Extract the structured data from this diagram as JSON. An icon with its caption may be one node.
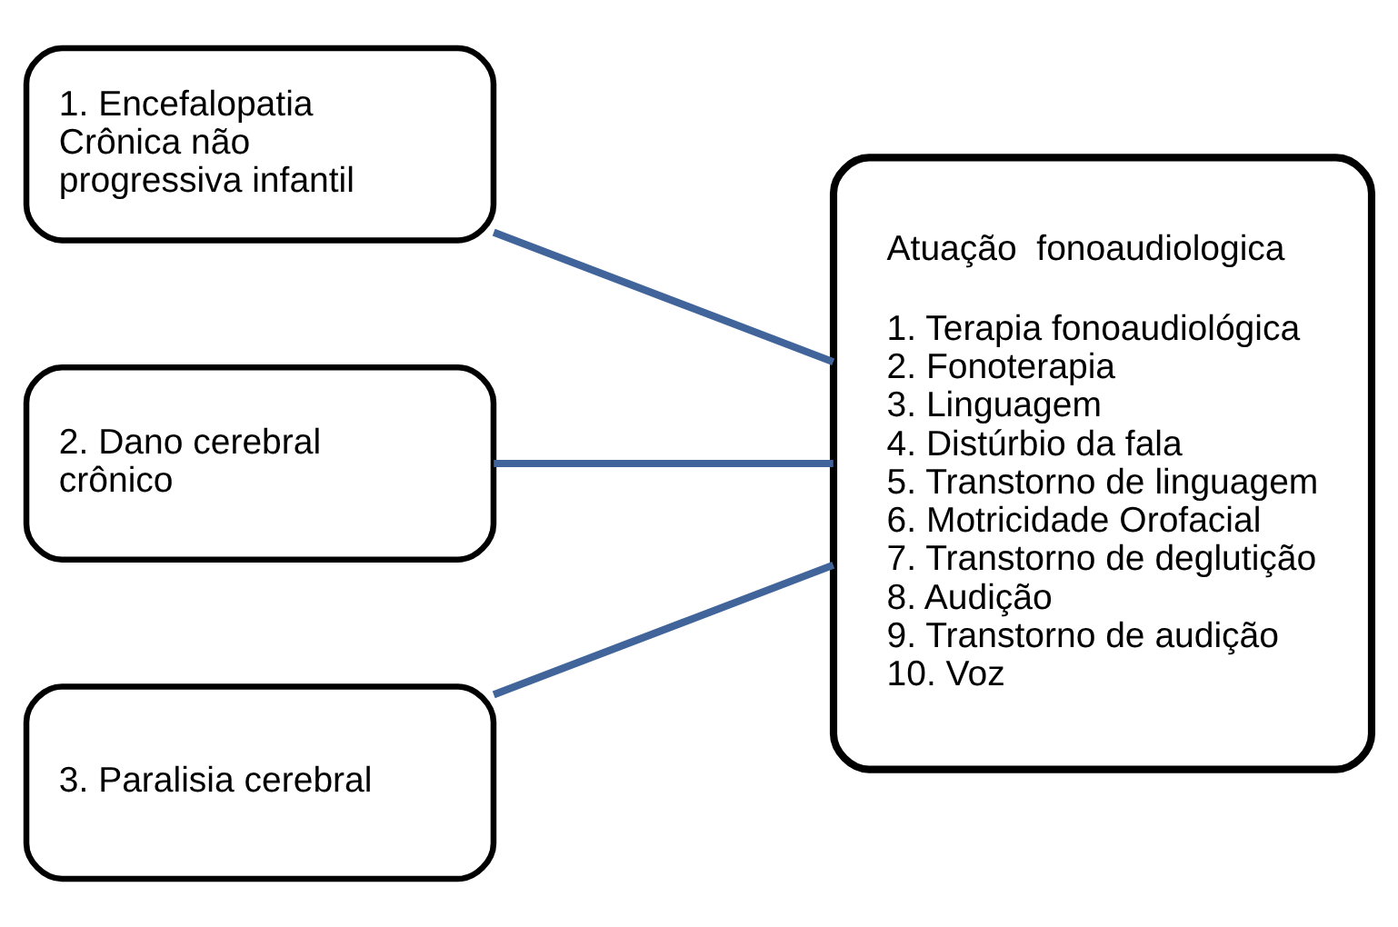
{
  "diagram": {
    "nodes": [
      {
        "text": [
          "1. Encefalopatia Crônica não progressiva infantil"
        ]
      },
      {
        "text": [
          "2. Dano cerebral crônico"
        ]
      },
      {
        "text": [
          "3. Paralisia cerebral"
        ]
      },
      {
        "text": [
          "Atuação  fonoaudiologica",
          "1. Terapia fonoaudiológica",
          "2. Fonoterapia",
          "3. Linguagem",
          "4. Distúrbio da fala",
          "5. Transtorno de linguagem",
          "6. Motricidade Orofacial",
          "7. Transtorno de deglutição",
          "8. Audição",
          "9. Transtorno de audição",
          "10. Voz"
        ]
      }
    ],
    "edges": [
      {
        "from": 0,
        "to": 3,
        "arrow": "none"
      },
      {
        "from": 1,
        "to": 3,
        "arrow": "none"
      },
      {
        "from": 2,
        "to": 3,
        "arrow": "none"
      }
    ]
  }
}
